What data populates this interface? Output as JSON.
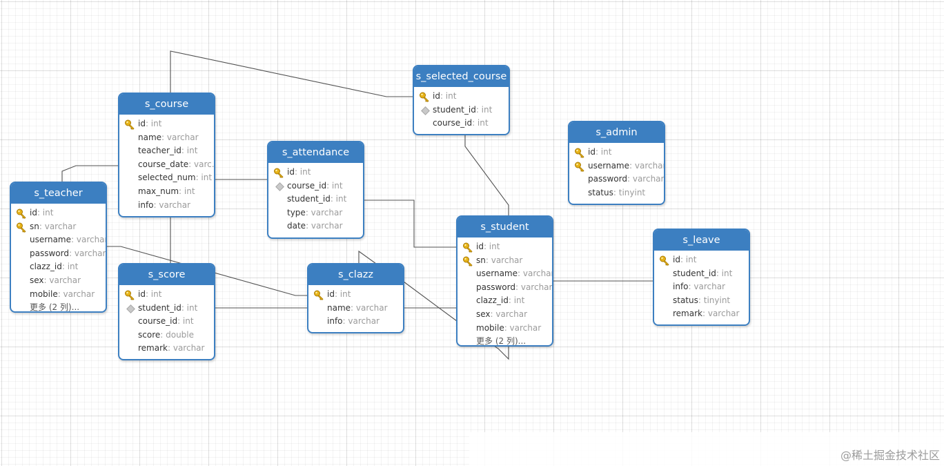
{
  "tables": {
    "course": {
      "name": "s_course",
      "columns": [
        {
          "name": "id",
          "type": ": int",
          "key": "pk"
        },
        {
          "name": "name",
          "type": ": varchar"
        },
        {
          "name": "teacher_id",
          "type": ": int"
        },
        {
          "name": "course_date",
          "type": ": varc..."
        },
        {
          "name": "selected_num",
          "type": ": int"
        },
        {
          "name": "max_num",
          "type": ": int"
        },
        {
          "name": "info",
          "type": ": varchar"
        }
      ]
    },
    "selected_course": {
      "name": "s_selected_course",
      "columns": [
        {
          "name": "id",
          "type": ": int",
          "key": "pk"
        },
        {
          "name": "student_id",
          "type": ": int",
          "key": "fk"
        },
        {
          "name": "course_id",
          "type": ": int"
        }
      ]
    },
    "admin": {
      "name": "s_admin",
      "columns": [
        {
          "name": "id",
          "type": ": int",
          "key": "pk"
        },
        {
          "name": "username",
          "type": ": varchar",
          "key": "pk"
        },
        {
          "name": "password",
          "type": ": varchar"
        },
        {
          "name": "status",
          "type": ": tinyint"
        }
      ]
    },
    "attendance": {
      "name": "s_attendance",
      "columns": [
        {
          "name": "id",
          "type": ": int",
          "key": "pk"
        },
        {
          "name": "course_id",
          "type": ": int",
          "key": "fk"
        },
        {
          "name": "student_id",
          "type": ": int"
        },
        {
          "name": "type",
          "type": ": varchar"
        },
        {
          "name": "date",
          "type": ": varchar"
        }
      ]
    },
    "teacher": {
      "name": "s_teacher",
      "columns": [
        {
          "name": "id",
          "type": ": int",
          "key": "pk"
        },
        {
          "name": "sn",
          "type": ": varchar",
          "key": "pk"
        },
        {
          "name": "username",
          "type": ": varchar"
        },
        {
          "name": "password",
          "type": ": varchar"
        },
        {
          "name": "clazz_id",
          "type": ": int"
        },
        {
          "name": "sex",
          "type": ": varchar"
        },
        {
          "name": "mobile",
          "type": ": varchar"
        }
      ],
      "more": "更多 (2 列)..."
    },
    "student": {
      "name": "s_student",
      "columns": [
        {
          "name": "id",
          "type": ": int",
          "key": "pk"
        },
        {
          "name": "sn",
          "type": ": varchar",
          "key": "pk"
        },
        {
          "name": "username",
          "type": ": varchar"
        },
        {
          "name": "password",
          "type": ": varchar"
        },
        {
          "name": "clazz_id",
          "type": ": int"
        },
        {
          "name": "sex",
          "type": ": varchar"
        },
        {
          "name": "mobile",
          "type": ": varchar"
        }
      ],
      "more": "更多 (2 列)..."
    },
    "leave": {
      "name": "s_leave",
      "columns": [
        {
          "name": "id",
          "type": ": int",
          "key": "pk"
        },
        {
          "name": "student_id",
          "type": ": int"
        },
        {
          "name": "info",
          "type": ": varchar"
        },
        {
          "name": "status",
          "type": ": tinyint"
        },
        {
          "name": "remark",
          "type": ": varchar"
        }
      ]
    },
    "score": {
      "name": "s_score",
      "columns": [
        {
          "name": "id",
          "type": ": int",
          "key": "pk"
        },
        {
          "name": "student_id",
          "type": ": int",
          "key": "fk"
        },
        {
          "name": "course_id",
          "type": ": int"
        },
        {
          "name": "score",
          "type": ": double"
        },
        {
          "name": "remark",
          "type": ": varchar"
        }
      ]
    },
    "clazz": {
      "name": "s_clazz",
      "columns": [
        {
          "name": "id",
          "type": ": int",
          "key": "pk"
        },
        {
          "name": "name",
          "type": ": varchar"
        },
        {
          "name": "info",
          "type": ": varchar"
        }
      ]
    }
  },
  "watermark": "@稀土掘金技术社区",
  "colors": {
    "header": "#3c7fc1",
    "line": "#555555",
    "type_text": "#9a9a9a"
  }
}
